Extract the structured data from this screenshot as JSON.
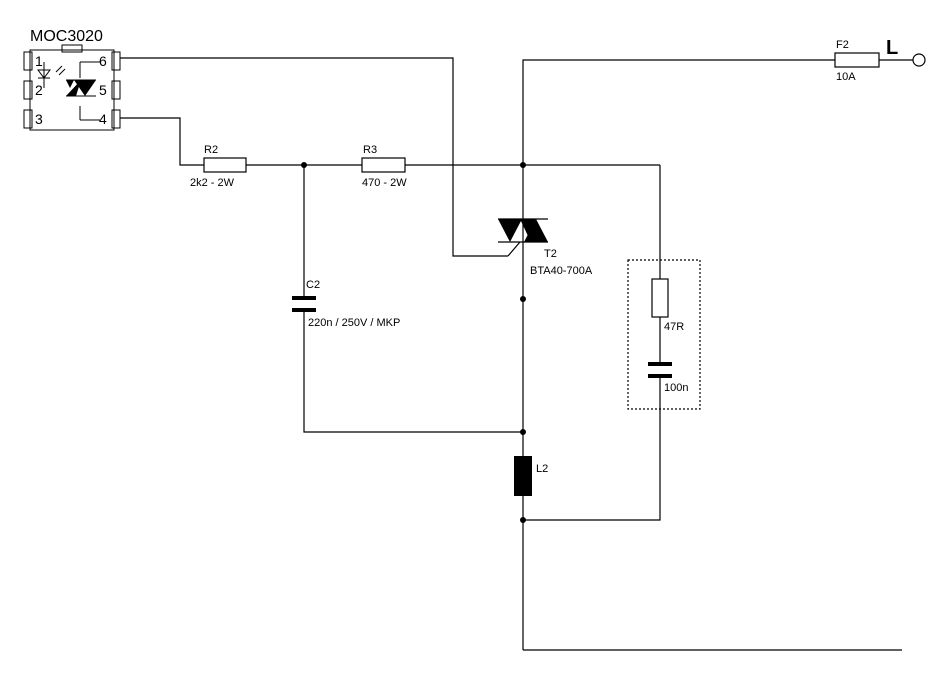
{
  "ic": {
    "name": "MOC3020",
    "pins": [
      "1",
      "2",
      "3",
      "4",
      "5",
      "6"
    ]
  },
  "components": {
    "r2": {
      "ref": "R2",
      "value": "2k2 - 2W"
    },
    "r3": {
      "ref": "R3",
      "value": "470 - 2W"
    },
    "c2": {
      "ref": "C2",
      "value": "220n / 250V / MKP"
    },
    "t2": {
      "ref": "T2",
      "value": "BTA40-700A"
    },
    "f2": {
      "ref": "F2",
      "value": "10A"
    },
    "snubber_r": {
      "value": "47R"
    },
    "snubber_c": {
      "value": "100n"
    },
    "l2": {
      "ref": "L2"
    }
  },
  "terminals": {
    "line": "L"
  }
}
